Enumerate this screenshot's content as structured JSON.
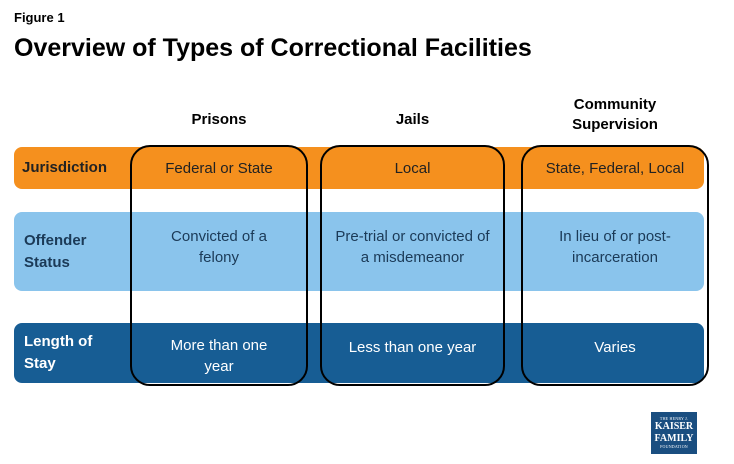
{
  "figure_label": "Figure 1",
  "title": "Overview of Types of Correctional Facilities",
  "columns": [
    {
      "header": "Prisons"
    },
    {
      "header": "Jails"
    },
    {
      "header": "Community Supervision"
    }
  ],
  "rows": [
    {
      "label": "Jurisdiction",
      "color": "#f5901e",
      "cells": [
        "Federal or State",
        "Local",
        "State, Federal, Local"
      ]
    },
    {
      "label": "Offender Status",
      "color": "#8ac4ec",
      "cells": [
        "Convicted of a felony",
        "Pre-trial or convicted of a misdemeanor",
        "In lieu of or post-incarceration"
      ]
    },
    {
      "label": "Length of Stay",
      "color": "#175d94",
      "cells": [
        "More than one year",
        "Less than one year",
        "Varies"
      ]
    }
  ],
  "logo": {
    "line1": "THE HENRY J.",
    "line2": "KAISER",
    "line3": "FAMILY",
    "line4": "FOUNDATION"
  }
}
